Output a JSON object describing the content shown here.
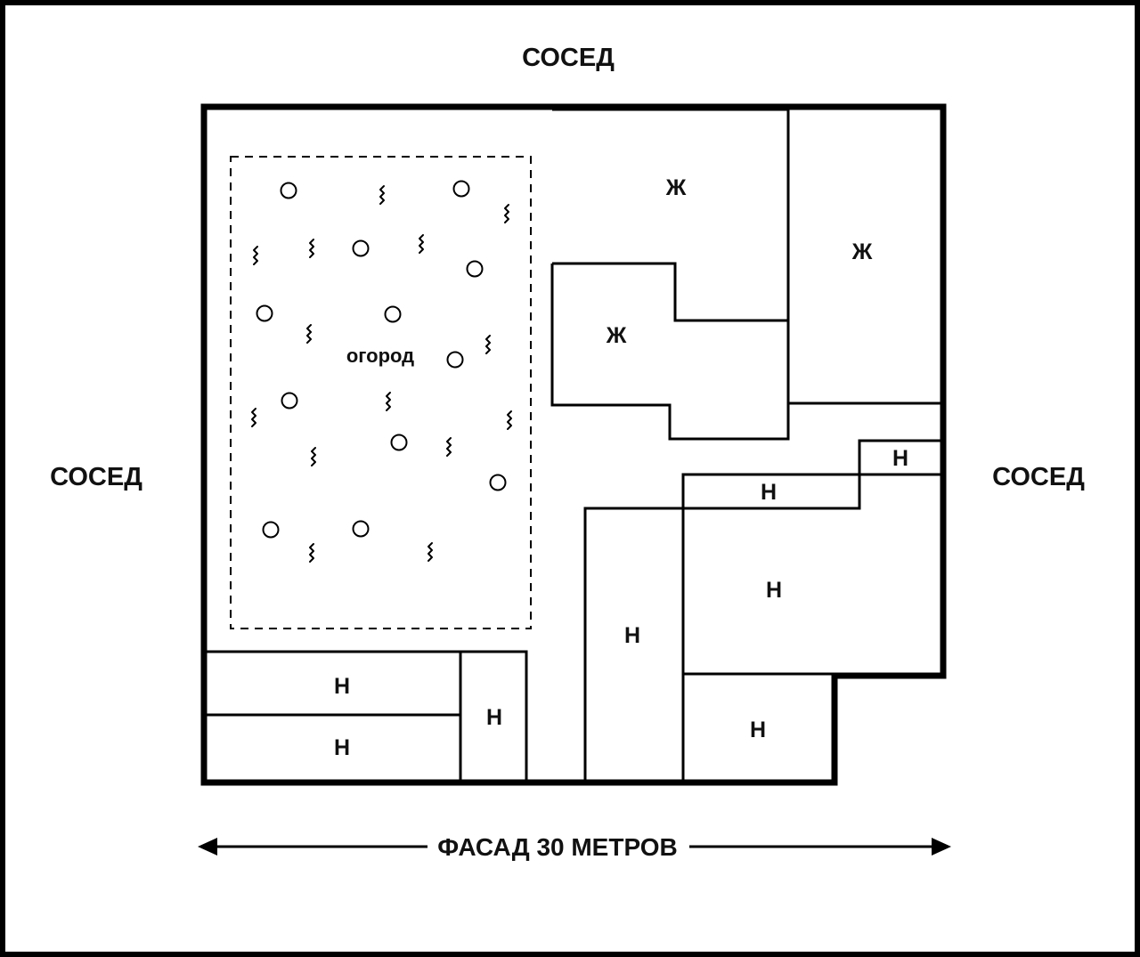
{
  "neighbors": {
    "top": "СОСЕД",
    "left": "СОСЕД",
    "right": "СОСЕД"
  },
  "garden": {
    "label": "огород",
    "plant_icon": "circle-plant-icon",
    "grass_icon": "squiggle-grass-icon"
  },
  "rooms": {
    "living_top": "Ж",
    "living_right": "Ж",
    "living_mid": "Ж",
    "n_small_right": "Н",
    "n_strip": "Н",
    "n_big_right": "Н",
    "n_tall": "Н",
    "n_bottom_right": "Н",
    "n_bottom_left_top": "Н",
    "n_bottom_left_bottom": "Н",
    "n_bottom_small": "Н"
  },
  "facade": {
    "label": "ФАСАД 30 МЕТРОВ",
    "arrow_icon": "double-arrow-icon"
  },
  "colors": {
    "line": "#000000",
    "background": "#ffffff"
  }
}
